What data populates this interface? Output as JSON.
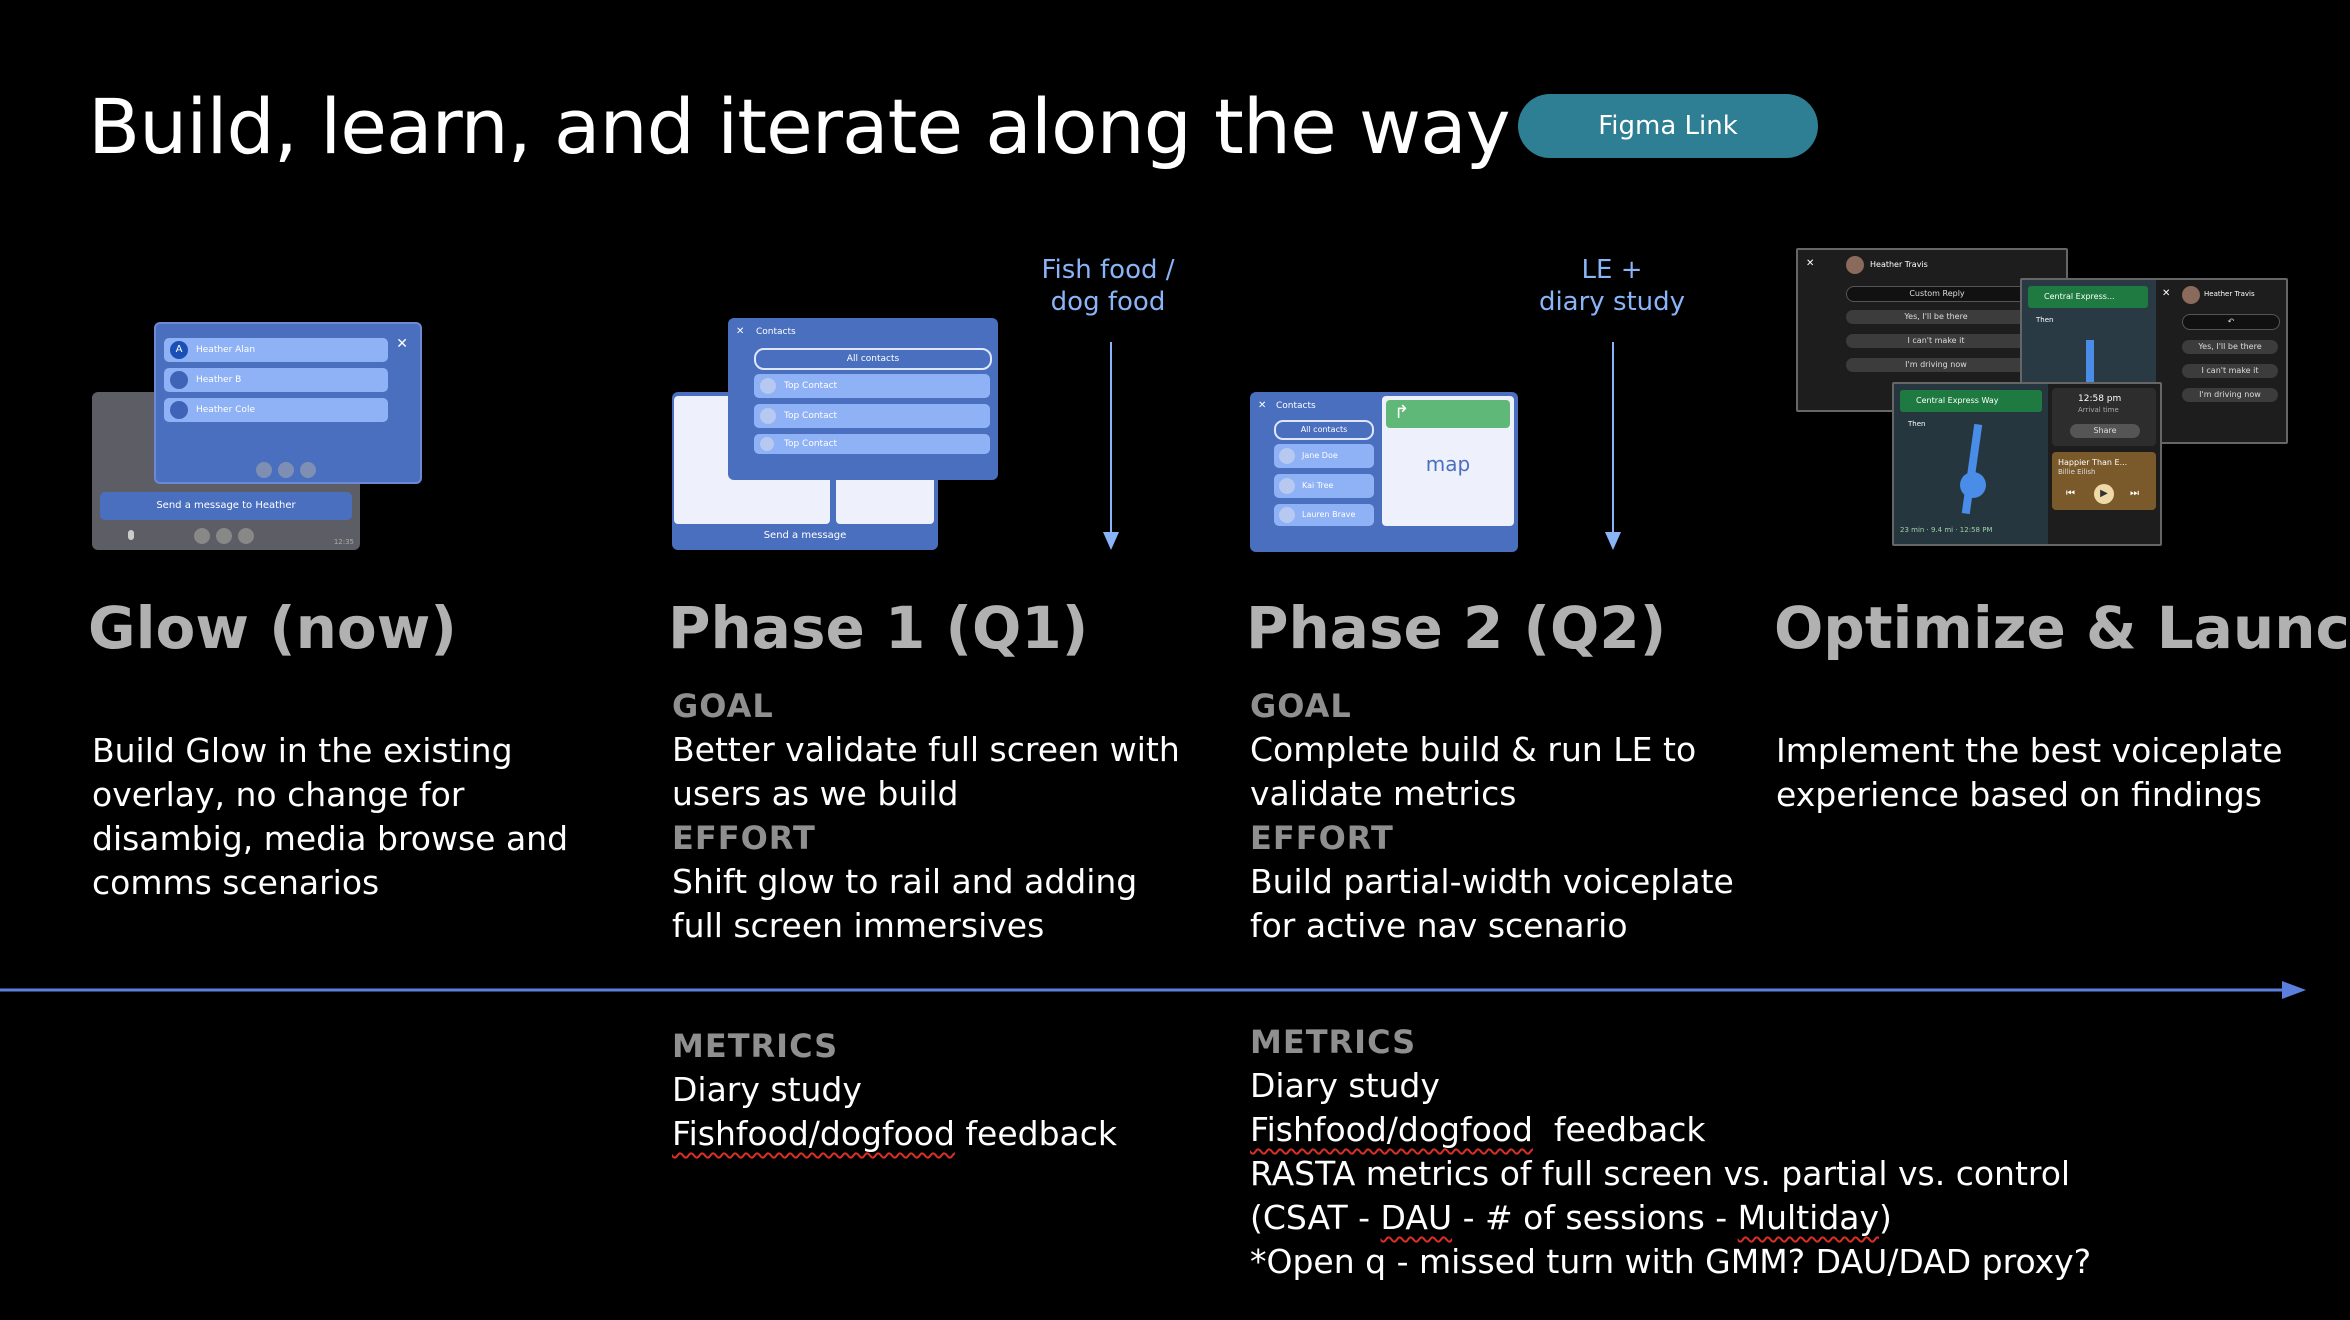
{
  "header": {
    "title": "Build, learn, and iterate along the way",
    "figma_button": "Figma Link"
  },
  "notes": {
    "fishfood": [
      "Fish food /",
      "dog food"
    ],
    "le_diary": [
      "LE +",
      "diary study"
    ]
  },
  "mockups": {
    "glow": {
      "contacts": [
        "Heather Alan",
        "Heather B",
        "Heather Cole"
      ],
      "avatar_letter": "A",
      "send_bar": "Send a message to Heather",
      "time": "12:35"
    },
    "phase1": {
      "header": "Contacts",
      "all_contacts": "All contacts",
      "rows": [
        "Top Contact",
        "Top Contact",
        "Top Contact"
      ],
      "send_bar": "Send a message"
    },
    "phase2": {
      "header": "Contacts",
      "all_contacts": "All contacts",
      "rows": [
        "Jane Doe",
        "Kai Tree",
        "Lauren Brave"
      ],
      "map_label": "map"
    },
    "optimize": {
      "contact_name": "Heather Travis",
      "custom_reply": "Custom Reply",
      "replies": [
        "Yes, I'll be there",
        "I can't make it",
        "I'm driving now"
      ],
      "nav_street": "Central Express Way",
      "nav_street_short": "Central Express...",
      "then": "Then",
      "arrival_time": "12:58 pm",
      "arrival_label": "Arrival time",
      "share": "Share",
      "trip": "23 min · 9.4 mi · 12:58 PM",
      "song": "Happier Than E...",
      "artist": "Billie Eilish"
    }
  },
  "phases": [
    {
      "title": "Glow (now)",
      "body": [
        "Build Glow in the existing",
        "overlay, no change for",
        "disambig, media browse and",
        "comms scenarios"
      ]
    },
    {
      "title": "Phase 1 (Q1)",
      "goal_label": "GOAL",
      "goal": [
        "Better validate full screen with",
        "users as we build"
      ],
      "effort_label": "EFFORT",
      "effort": [
        "Shift glow to rail and adding",
        "full screen immersives"
      ],
      "metrics_label": "METRICS",
      "metrics": [
        "Diary study",
        "Fishfood/dogfood",
        " feedback"
      ]
    },
    {
      "title": "Phase 2 (Q2)",
      "goal_label": "GOAL",
      "goal": [
        "Complete build & run LE to",
        "validate metrics"
      ],
      "effort_label": "EFFORT",
      "effort": [
        "Build partial-width voiceplate",
        "for active nav scenario"
      ],
      "metrics_label": "METRICS",
      "metrics": [
        "Diary study",
        "Fishfood/dogfood",
        "  feedback",
        "RASTA metrics of full screen vs. partial vs. control",
        "(CSAT - ",
        "DAU",
        " - # of sessions - ",
        "Multiday",
        ")",
        "*Open q - missed turn with GMM? DAU/DAD proxy?"
      ]
    },
    {
      "title": "Optimize & Launch",
      "body": [
        "Implement the best voiceplate",
        "experience based on findings"
      ]
    }
  ],
  "colors": {
    "background": "#000000",
    "button": "#2e7f93",
    "accent_blue": "#8ab4f8",
    "timeline": "#5b7fdc",
    "phase_title": "#b1b1b1",
    "label": "#8f8f8f"
  }
}
